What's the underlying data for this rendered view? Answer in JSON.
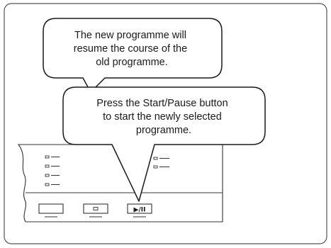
{
  "callouts": {
    "top": {
      "lines": [
        "The new programme will",
        "resume the course of the",
        "old programme."
      ]
    },
    "bottom": {
      "lines": [
        "Press the Start/Pause button",
        "to start the newly selected",
        "programme."
      ]
    }
  },
  "panel": {
    "start_pause_icon": "play-pause-icon",
    "start_pause_glyph": "▶/II"
  }
}
